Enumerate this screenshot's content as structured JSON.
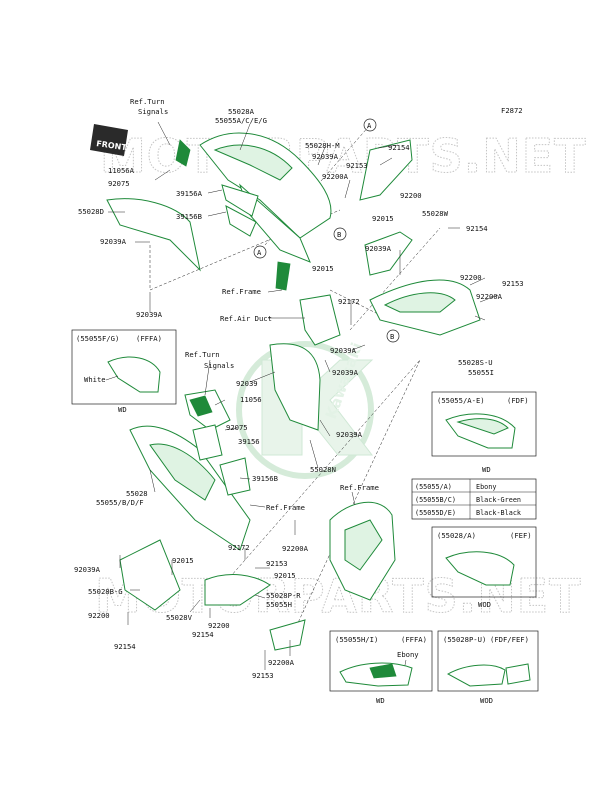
{
  "figure_code": "F2872",
  "watermark": {
    "text": "MOTORPARTS.NET",
    "logo_text": "Kawasaki"
  },
  "front_tag": "FRONT",
  "callouts": [
    "A",
    "B",
    "A",
    "B"
  ],
  "labels": [
    "Ref.Turn",
    "Signals",
    "55028A",
    "55055A/C/E/G",
    "55028H-M",
    "92039A",
    "92154",
    "92153",
    "92200A",
    "92200",
    "92015",
    "11056A",
    "92075",
    "39156A",
    "39156B",
    "55028D",
    "92039A",
    "92039A",
    "92015",
    "55028W",
    "92154",
    "92039A",
    "92200",
    "92153",
    "92200A",
    "Ref.Frame",
    "Ref.Air Duct",
    "92172",
    "92039A",
    "55028S-U",
    "55055I",
    "Ref.Turn",
    "Signals",
    "92039",
    "11056",
    "92075",
    "39156",
    "92039A",
    "92039A",
    "55028N",
    "39156B",
    "55028",
    "55055/B/D/F",
    "Ref.Frame",
    "92172",
    "92200A",
    "92153",
    "92015",
    "92015",
    "92039A",
    "55028B-G",
    "92200",
    "92154",
    "55028V",
    "92200",
    "92154",
    "55028P-R",
    "55055H",
    "92200A",
    "92153",
    "Ref.Frame"
  ],
  "insets": {
    "i1": {
      "code": "(55055F/G)",
      "tag": "(FFFA)",
      "color": "White",
      "foot": "WD"
    },
    "i2": {
      "code": "(55055/A-E)",
      "tag": "(FDF)",
      "foot": "WD"
    },
    "i3": {
      "code": "(55028/A)",
      "tag": "(FEF)",
      "foot": "WOD"
    },
    "i4": {
      "code": "(55055H/I)",
      "tag": "(FFFA)",
      "color": "Ebony",
      "foot": "WD"
    },
    "i5": {
      "code": "(55028P-U)",
      "tag": "(FDF/FEF)",
      "foot": "WOD"
    }
  },
  "color_table": [
    {
      "code": "(55055/A)",
      "color": "Ebony"
    },
    {
      "code": "(55055B/C)",
      "color": "Black-Green"
    },
    {
      "code": "(55055D/E)",
      "color": "Black-Black"
    }
  ]
}
